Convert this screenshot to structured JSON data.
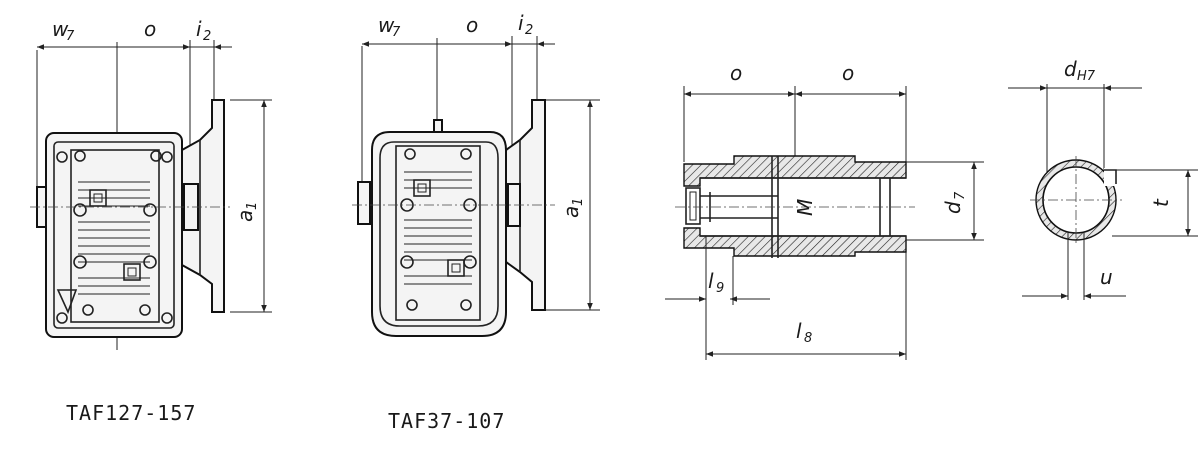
{
  "views": [
    {
      "caption": "TAF127-157",
      "labels": {
        "w": "w",
        "w_sub": "7",
        "o": "o",
        "i": "i",
        "i_sub": "2",
        "a": "a",
        "a_sub": "1"
      }
    },
    {
      "caption": "TAF37-107",
      "labels": {
        "w": "w",
        "w_sub": "7",
        "o": "o",
        "i": "i",
        "i_sub": "2",
        "a": "a",
        "a_sub": "1"
      }
    }
  ],
  "shaft_section": {
    "labels": {
      "o_left": "o",
      "o_right": "o",
      "M": "M",
      "d": "d",
      "d_sub": "7",
      "l9": "l",
      "l9_sub": "9",
      "l8": "l",
      "l8_sub": "8"
    }
  },
  "bore_section": {
    "labels": {
      "d": "d",
      "d_sub": "H7",
      "t": "t",
      "u": "u"
    }
  }
}
